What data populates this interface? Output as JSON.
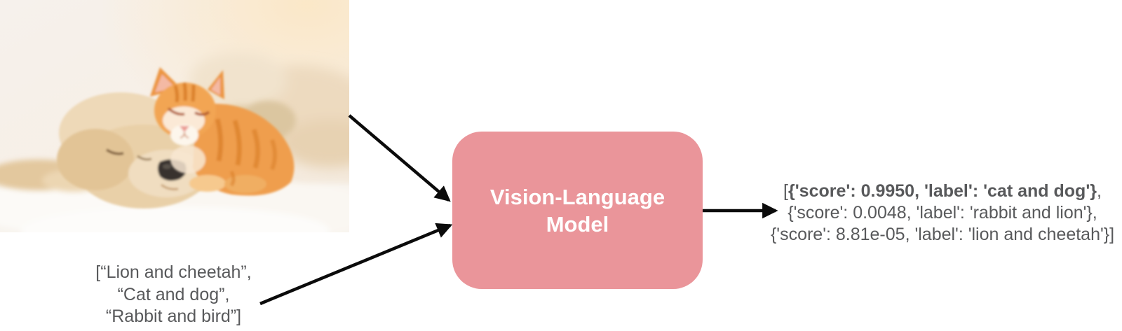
{
  "diagram": {
    "input_image": {
      "alt": "Photo of a sleeping cream puppy and an orange tabby kitten cuddling together on a white fluffy blanket"
    },
    "input_text_list": {
      "lines": [
        "[“Lion and cheetah”,",
        "“Cat and dog”,",
        "“Rabbit and bird”]"
      ]
    },
    "model_box": {
      "label_line1": "Vision-Language",
      "label_line2": "Model"
    },
    "output": {
      "line1_prefix": "[",
      "line1_bold": "{'score': 0.9950, 'label': 'cat and dog'}",
      "line1_suffix": ",",
      "line2": "{'score': 0.0048, 'label': 'rabbit and lion'},",
      "line3": "{'score': 8.81e-05, 'label': 'lion and cheetah'}]"
    },
    "colors": {
      "box_pink": "#ea959a",
      "text_gray": "#58595b",
      "arrow": "#0b0b0b",
      "box_text": "#ffffff"
    }
  }
}
